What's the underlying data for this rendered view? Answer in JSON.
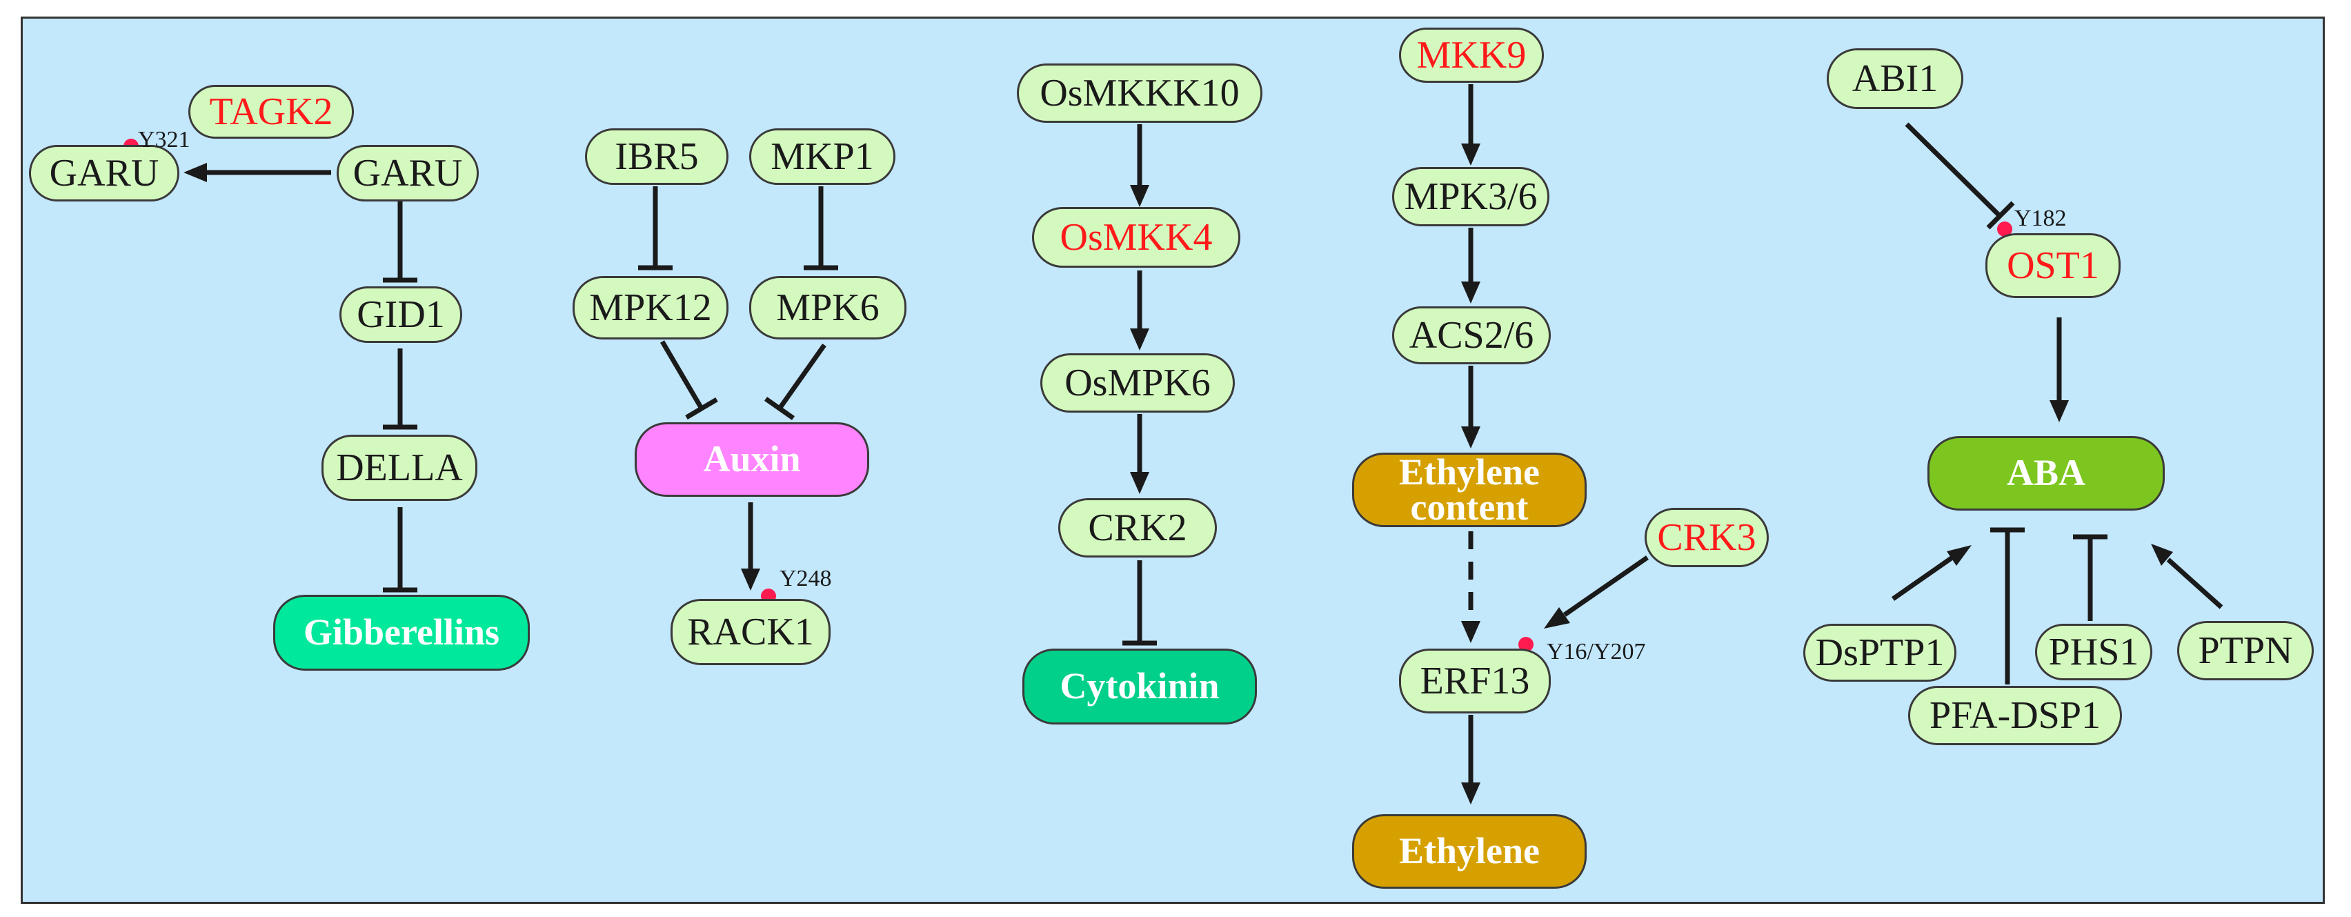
{
  "colors": {
    "background": "#c3e7fb",
    "protein_fill": "#d4f9bf",
    "highlight_text": "#ff1a1a",
    "phospho_dot": "#ff1b4f",
    "gibberellins": "#00e89b",
    "auxin": "#ff84ff",
    "cytokinin": "#00d08a",
    "ethylene": "#d6a100",
    "aba": "#7dc61f"
  },
  "proteins": {
    "tagk2": "TAGK2",
    "garu_p": "GARU",
    "garu": "GARU",
    "gid1": "GID1",
    "della": "DELLA",
    "ibr5": "IBR5",
    "mkp1": "MKP1",
    "mpk12": "MPK12",
    "mpk6": "MPK6",
    "rack1": "RACK1",
    "osmkkk10": "OsMKKK10",
    "osmkk4": "OsMKK4",
    "osmpk6": "OsMPK6",
    "crk2": "CRK2",
    "mkk9": "MKK9",
    "mpk36": "MPK3/6",
    "acs26": "ACS2/6",
    "crk3": "CRK3",
    "erf13": "ERF13",
    "abi1": "ABI1",
    "ost1": "OST1",
    "dsptp1": "DsPTP1",
    "pfa_dsp1": "PFA-DSP1",
    "phs1": "PHS1",
    "ptpn": "PTPN"
  },
  "hormones": {
    "gibberellins": "Gibberellins",
    "auxin": "Auxin",
    "cytokinin": "Cytokinin",
    "ethylene_content": "Ethylene content",
    "ethylene": "Ethylene",
    "aba": "ABA"
  },
  "sites": {
    "garu": "Y321",
    "rack1": "Y248",
    "erf13": "Y16/Y207",
    "ost1": "Y182"
  }
}
